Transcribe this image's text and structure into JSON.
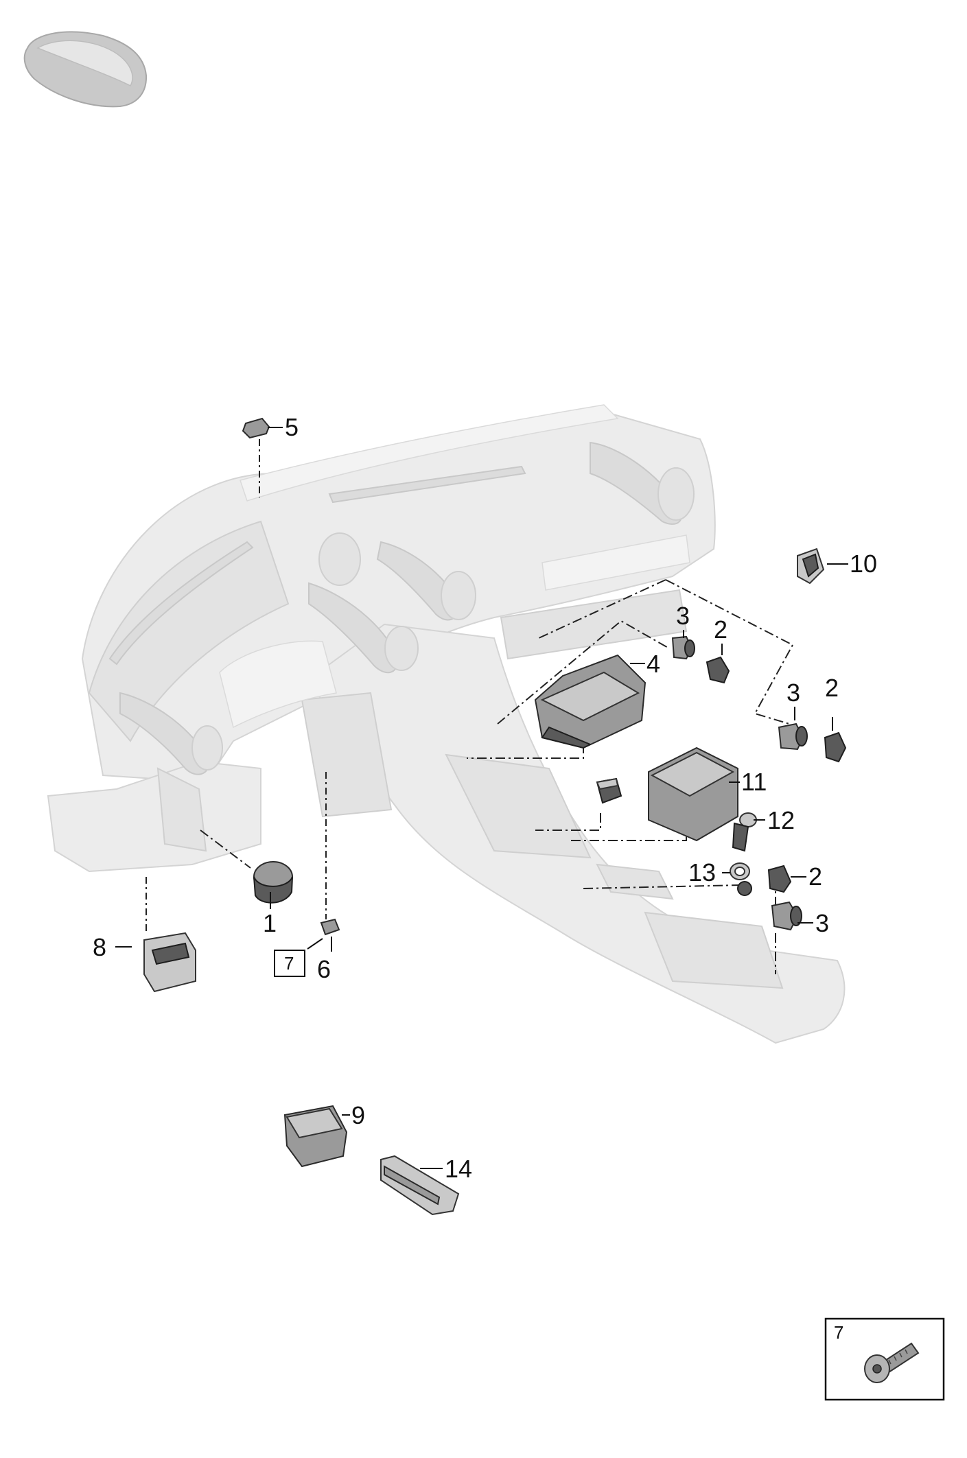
{
  "callouts": [
    {
      "id": "c1",
      "label": "1"
    },
    {
      "id": "c2a",
      "label": "2"
    },
    {
      "id": "c2b",
      "label": "2"
    },
    {
      "id": "c2c",
      "label": "2"
    },
    {
      "id": "c3a",
      "label": "3"
    },
    {
      "id": "c3b",
      "label": "3"
    },
    {
      "id": "c3c",
      "label": "3"
    },
    {
      "id": "c4",
      "label": "4"
    },
    {
      "id": "c5",
      "label": "5"
    },
    {
      "id": "c6",
      "label": "6"
    },
    {
      "id": "c8",
      "label": "8"
    },
    {
      "id": "c9",
      "label": "9"
    },
    {
      "id": "c10",
      "label": "10"
    },
    {
      "id": "c11",
      "label": "11"
    },
    {
      "id": "c12",
      "label": "12"
    },
    {
      "id": "c13",
      "label": "13"
    },
    {
      "id": "c14",
      "label": "14"
    }
  ],
  "reference_box": {
    "label": "7"
  },
  "detail_box": {
    "label": "7"
  }
}
